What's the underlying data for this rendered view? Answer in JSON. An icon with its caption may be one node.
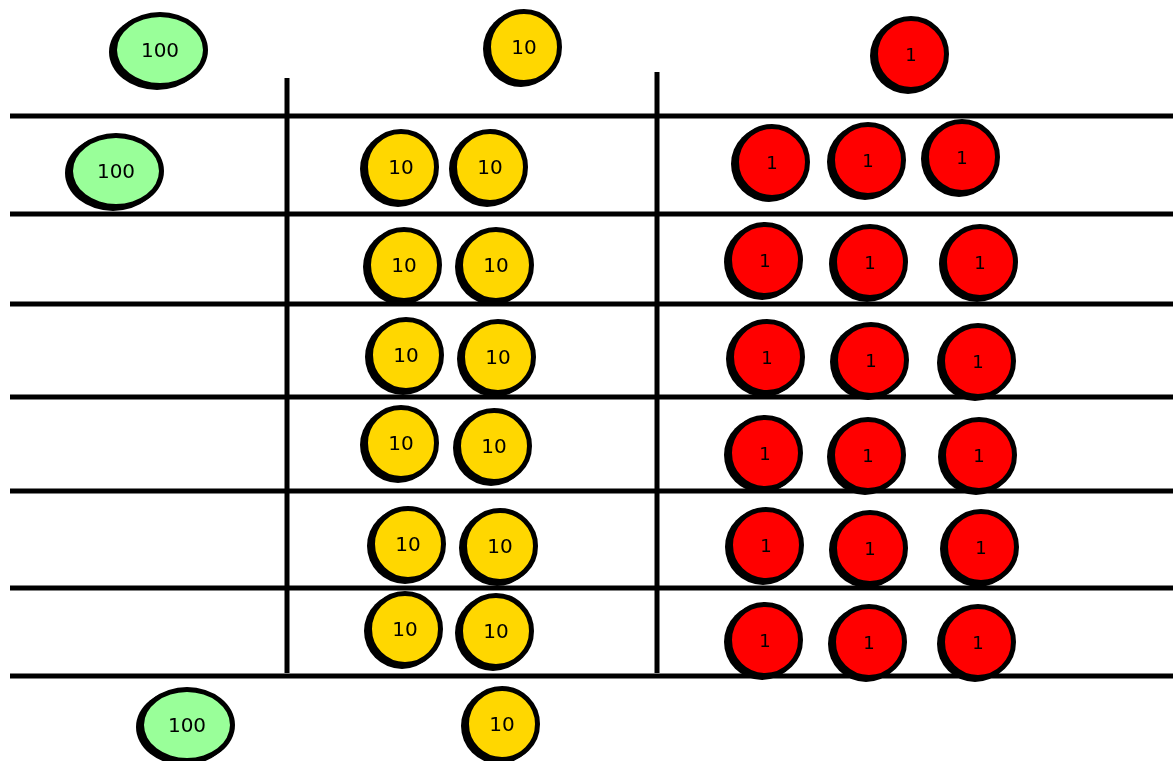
{
  "diagram": {
    "nodes": [
      {
        "text": [
          "100"
        ]
      },
      {
        "text": [
          "10"
        ]
      },
      {
        "text": [
          "1"
        ]
      },
      {
        "text": [
          "100"
        ]
      },
      {
        "text": [
          "10"
        ]
      },
      {
        "text": [
          "10"
        ]
      },
      {
        "text": [
          "1"
        ]
      },
      {
        "text": [
          "1"
        ]
      },
      {
        "text": [
          "1"
        ]
      },
      {
        "text": [
          "10"
        ]
      },
      {
        "text": [
          "10"
        ]
      },
      {
        "text": [
          "1"
        ]
      },
      {
        "text": [
          "1"
        ]
      },
      {
        "text": [
          "1"
        ]
      },
      {
        "text": [
          "10"
        ]
      },
      {
        "text": [
          "10"
        ]
      },
      {
        "text": [
          "1"
        ]
      },
      {
        "text": [
          "1"
        ]
      },
      {
        "text": [
          "1"
        ]
      },
      {
        "text": [
          "10"
        ]
      },
      {
        "text": [
          "10"
        ]
      },
      {
        "text": [
          "1"
        ]
      },
      {
        "text": [
          "1"
        ]
      },
      {
        "text": [
          "1"
        ]
      },
      {
        "text": [
          "10"
        ]
      },
      {
        "text": [
          "10"
        ]
      },
      {
        "text": [
          "1"
        ]
      },
      {
        "text": [
          "1"
        ]
      },
      {
        "text": [
          "1"
        ]
      },
      {
        "text": [
          "10"
        ]
      },
      {
        "text": [
          "10"
        ]
      },
      {
        "text": [
          "1"
        ]
      },
      {
        "text": [
          "1"
        ]
      },
      {
        "text": [
          "1"
        ]
      },
      {
        "text": [
          "100"
        ]
      },
      {
        "text": [
          "10"
        ]
      }
    ]
  }
}
